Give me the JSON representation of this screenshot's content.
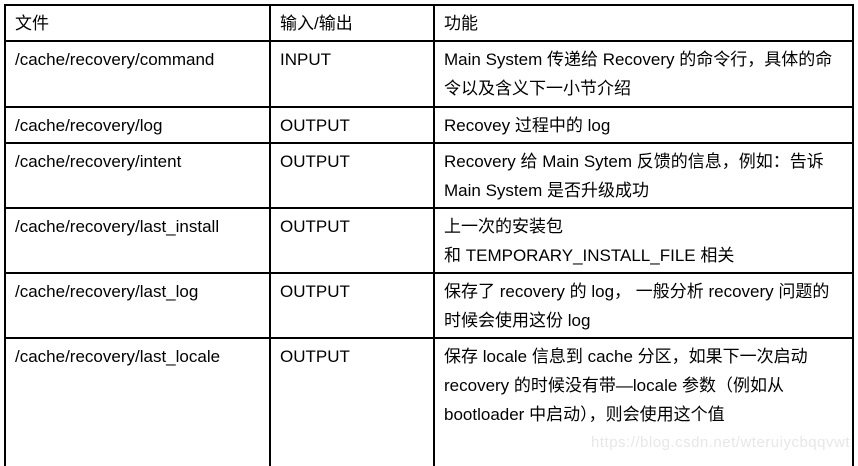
{
  "table": {
    "headers": {
      "file": "文件",
      "io": "输入/输出",
      "function": "功能"
    },
    "rows": [
      {
        "file": "/cache/recovery/command",
        "io": "INPUT",
        "function": "Main System 传递给 Recovery 的命令行，具体的命令以及含义下一小节介绍"
      },
      {
        "file": "/cache/recovery/log",
        "io": "OUTPUT",
        "function": "Recovey 过程中的 log"
      },
      {
        "file": "/cache/recovery/intent",
        "io": "OUTPUT",
        "function": "Recovery 给 Main Sytem 反馈的信息，例如：告诉 Main System 是否升级成功"
      },
      {
        "file": "/cache/recovery/last_install",
        "io": "OUTPUT",
        "function": "上一次的安装包\n和 TEMPORARY_INSTALL_FILE 相关"
      },
      {
        "file": "/cache/recovery/last_log",
        "io": "OUTPUT",
        "function": "保存了 recovery 的 log， 一般分析 recovery 问题的时候会使用这份 log"
      },
      {
        "file": "/cache/recovery/last_locale",
        "io": "OUTPUT",
        "function": "保存 locale 信息到 cache 分区，如果下一次启动 recovery 的时候没有带—locale 参数（例如从 bootloader 中启动），则会使用这个值"
      }
    ]
  },
  "watermark": {
    "text": "https://blog.csdn.net/wteruiycbqqvwt"
  },
  "colors": {
    "border": "#000000",
    "text": "#000000",
    "background": "#ffffff",
    "watermark": "#e7e7e7"
  }
}
